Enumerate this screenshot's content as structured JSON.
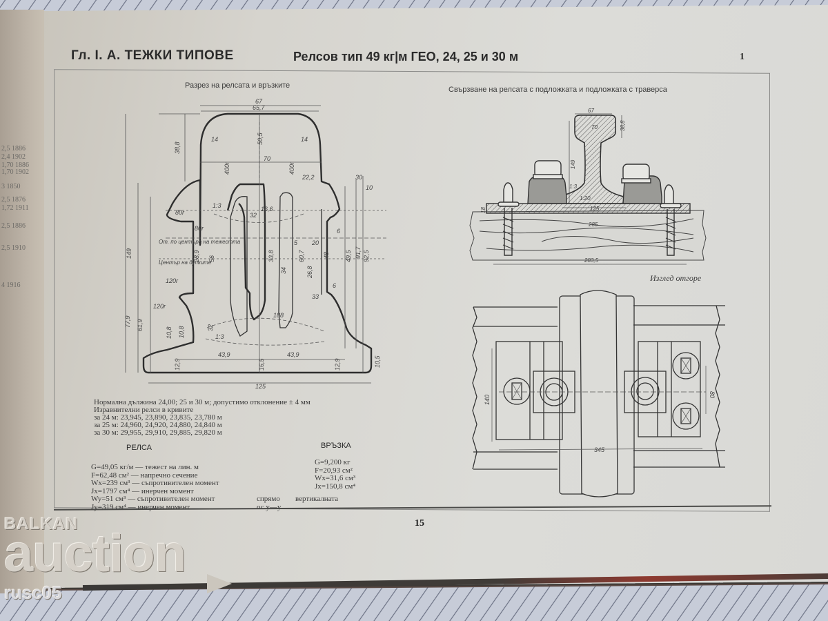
{
  "header": {
    "chapter": "Гл. I. А. ТЕЖКИ ТИПОВЕ",
    "title": "Релсов тип 49 кг|м ГЕО, 24, 25 и 30 м",
    "sheet_number": "1"
  },
  "sections": {
    "left_title": "Разрез на релсата и връзките",
    "right_title": "Свързване на релсата с подложката и подложката с траверса",
    "top_view_label": "Изглед отгоре"
  },
  "cross_section_dims": {
    "head_width_outer": "67",
    "head_width_inner": "65,7",
    "head_depth": "38,8",
    "head_height": "50,5",
    "head_radius_left": "14",
    "head_radius_right": "14",
    "head_span": "70",
    "head_radius_a": "400r",
    "head_radius_b": "400r",
    "slope": "1:3",
    "offset": "22,2",
    "angle_a": "30",
    "angle_b": "10",
    "fishing_surface_1": "80r",
    "fishing_surface_2": "80r",
    "web_thickness": "16,6",
    "web_top": "32",
    "center_gravity_label": "От. по центъра на тежестта",
    "center_hole_label": "Център на дупките",
    "rail_height": "149",
    "hole_dist_1": "28,9",
    "hole_dist_2": "56",
    "hole_dia": "33,8",
    "hole_offset": "34",
    "dim_5": "5",
    "dim_20": "20",
    "dim_607": "60,7",
    "dim_268": "26,8",
    "dim_48": "48",
    "dim_6a": "6",
    "dim_6b": "6",
    "dim_33": "33",
    "dim_495": "49,5",
    "dim_917": "91,7",
    "dim_925": "92,5",
    "foot_radius": "120r",
    "foot_radius_2": "120r",
    "web_base": "188",
    "height_779": "77,9",
    "height_619": "61,9",
    "dim_108a": "10,8",
    "dim_108b": "10,8",
    "dim_32": "32",
    "foot_half_a": "43,9",
    "foot_half_b": "43,9",
    "foot_thick_center": "16,5",
    "foot_edge_a": "12,9",
    "foot_edge_b": "12,9",
    "foot_edge_c": "10,5",
    "foot_slope": "1:3",
    "foot_width": "125"
  },
  "fastening_dims": {
    "rail_head": "67",
    "head_depth": "38,8",
    "head_70": "70",
    "rail_height": "149",
    "slope_1": "1:3",
    "slope_2": "1:20",
    "plate_thickness": "18",
    "foot_width": "125",
    "tie_plate": "285",
    "screw_distance": "283,5"
  },
  "top_view_dims": {
    "width": "140",
    "bolt_spacing": "80",
    "span": "345"
  },
  "notes": {
    "normal_length": "Нормална дължина 24,00; 25 и 30 м; допустимо отклонение ± 4 мм",
    "curve_rails_title": "Изравнителни релси в кривите",
    "curve_24": "за 24 м: 23,945, 23,890, 23,835, 23,780 м",
    "curve_25": "за 25 м: 24,960, 24,920, 24,880, 24,840 м",
    "curve_30": "за 30 м: 29,955, 29,910, 29,885, 29,820 м"
  },
  "rail_props": {
    "title": "РЕЛСА",
    "rows": [
      "G=49,05 кг/м — тежест на лин. м",
      "F=62,48 см² — напречно сечение",
      "Wx=239 см³ — съпротивителен момент",
      "Jx=1797 см⁴ — инерчен момент",
      "Wy=51 см³ — съпротивителен момент",
      "Jy=319 см⁴ — инерчен момент"
    ],
    "relative_a": "спрямо",
    "relative_b": "ос y—y",
    "relative_c": "вертикалната"
  },
  "joint_props": {
    "title": "ВРЪЗКА",
    "rows": [
      "G=9,200 кг",
      "F=20,93 см²",
      "Wx=31,6 см³",
      "Jx=150,8 см⁴"
    ]
  },
  "page_number": "15",
  "left_margin_table": [
    "2,5 1886",
    "2,4 1902",
    "1,70 1886",
    "1,70 1902",
    "3  1850",
    "2,5 1876",
    "1,72 1911",
    "2,5 1886",
    "2,5 1910",
    "4  1916"
  ],
  "watermark": {
    "line1": "BALKAN",
    "line2": "auction",
    "line3": "rusc05"
  }
}
